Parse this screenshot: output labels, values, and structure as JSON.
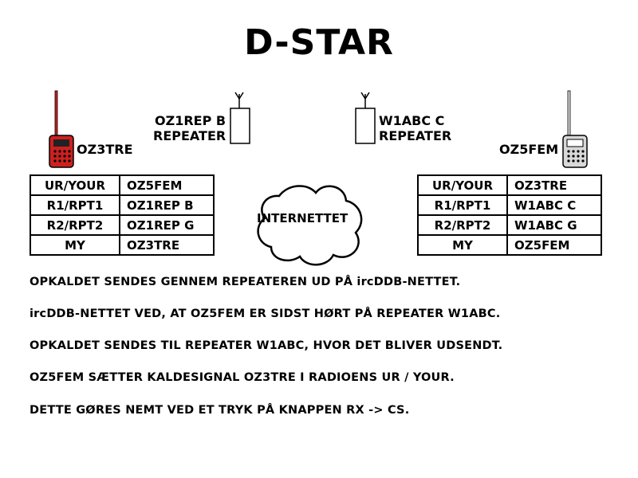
{
  "title": "D-STAR",
  "left_station": {
    "callsign": "OZ3TRE",
    "table": [
      {
        "key": "UR/YOUR",
        "value": "OZ5FEM"
      },
      {
        "key": "R1/RPT1",
        "value": "OZ1REP B"
      },
      {
        "key": "R2/RPT2",
        "value": "OZ1REP G"
      },
      {
        "key": "MY",
        "value": "OZ3TRE"
      }
    ]
  },
  "right_station": {
    "callsign": "OZ5FEM",
    "table": [
      {
        "key": "UR/YOUR",
        "value": "OZ3TRE"
      },
      {
        "key": "R1/RPT1",
        "value": "W1ABC C"
      },
      {
        "key": "R2/RPT2",
        "value": "W1ABC G"
      },
      {
        "key": "MY",
        "value": "OZ5FEM"
      }
    ]
  },
  "left_repeater": {
    "name": "OZ1REP B",
    "label": "REPEATER"
  },
  "right_repeater": {
    "name": "W1ABC C",
    "label": "REPEATER"
  },
  "internet_label": "INTERNETTET",
  "description": [
    "OPKALDET SENDES GENNEM REPEATEREN UD PÅ ircDDB-NETTET.",
    "ircDDB-NETTET VED, AT OZ5FEM ER SIDST HØRT PÅ REPEATER W1ABC.",
    "OPKALDET SENDES TIL REPEATER W1ABC, HVOR DET BLIVER UDSENDT.",
    "OZ5FEM SÆTTER KALDESIGNAL OZ3TRE I RADIOENS UR / YOUR.",
    "DETTE GØRES NEMT VED ET TRYK PÅ KNAPPEN RX -> CS."
  ],
  "colors": {
    "radio_left": "#cc2020",
    "radio_right": "#d8d8d8",
    "ink": "#000000"
  }
}
